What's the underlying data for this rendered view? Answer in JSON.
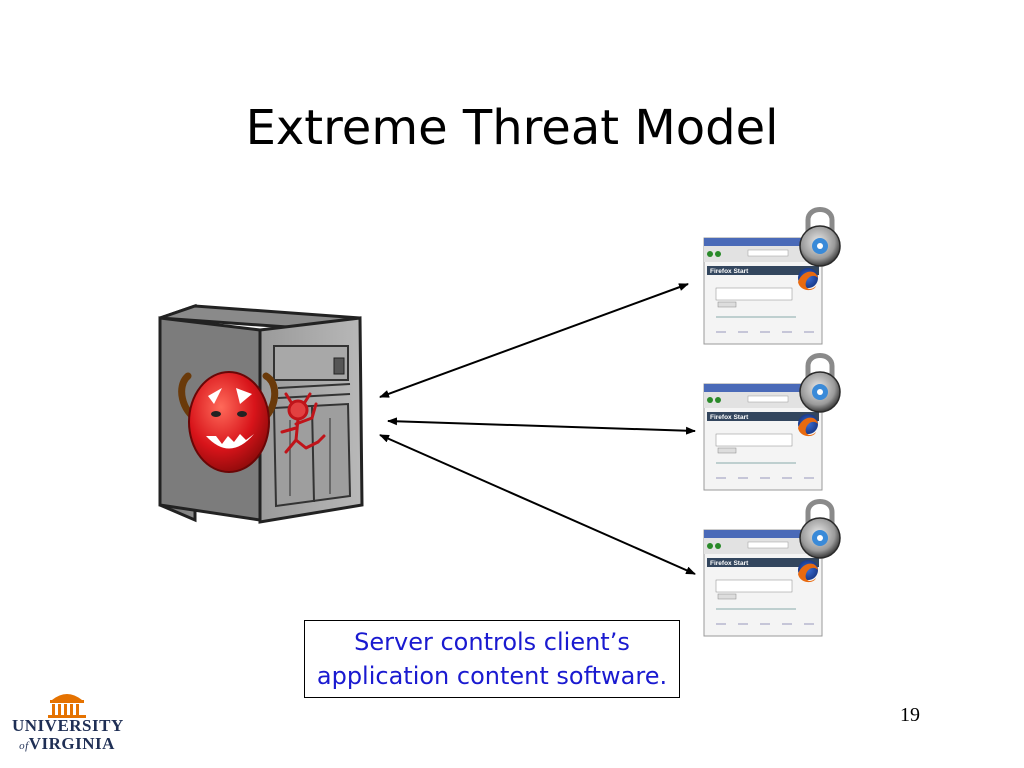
{
  "slide": {
    "title": "Extreme Threat Model",
    "callout_line1": "Server controls client’s",
    "callout_line2": "application content software.",
    "page_number": "19"
  },
  "logo": {
    "line1": "UNIVERSITY",
    "line2_of": "of",
    "line2": "VIRGINIA"
  },
  "browser": {
    "start_page_title": "Firefox Start"
  },
  "colors": {
    "callout_text": "#1a1ad0",
    "server_body": "#7a7a7a",
    "devil_red": "#d8141a",
    "logo_orange": "#e57200",
    "logo_navy": "#1f2f55"
  },
  "icons": [
    "server-tower-icon",
    "devil-egg-icon",
    "bsd-daemon-icon",
    "browser-window-icon",
    "padlock-icon",
    "firefox-icon",
    "university-rotunda-icon"
  ]
}
